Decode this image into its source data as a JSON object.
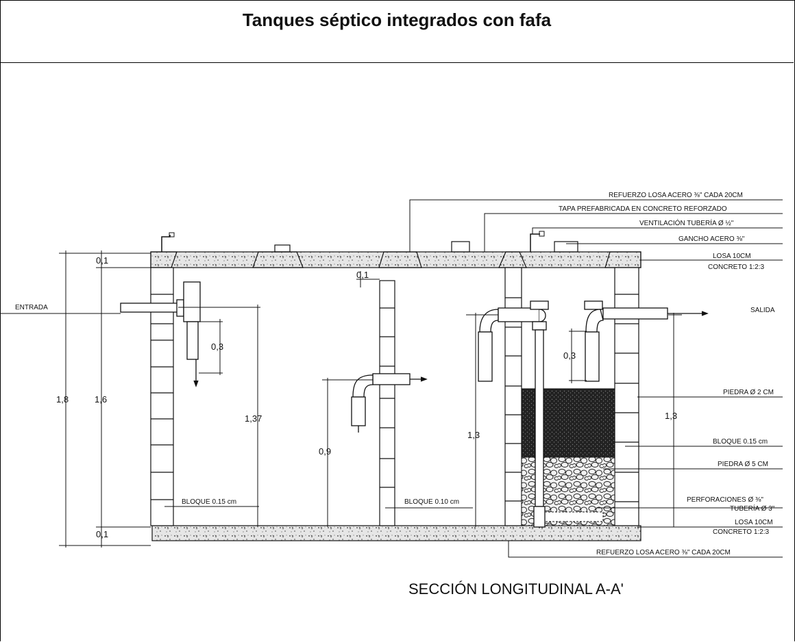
{
  "title": "Tanques séptico integrados con fafa",
  "caption": "SECCIÓN LONGITUDINAL A-A'",
  "labels": {
    "refuerzo_top": "REFUERZO LOSA ACERO ⅜\" CADA 20CM",
    "tapa": "TAPA PREFABRICADA EN CONCRETO REFORZADO",
    "ventilacion": "VENTILACIÓN TUBERÍA Ø ½\"",
    "gancho": "GANCHO ACERO ⅜\"",
    "losa_top": "LOSA 10CM",
    "concreto_top": "CONCRETO 1:2:3",
    "entrada": "ENTRADA",
    "salida": "SALIDA",
    "piedra2": "PIEDRA Ø 2 CM",
    "bloque015_right": "BLOQUE 0.15 cm",
    "piedra5": "PIEDRA Ø 5 CM",
    "perforaciones": "PERFORACIONES Ø ⅜\"",
    "tuberia": "TUBERÍA Ø 3\"",
    "losa_bottom": "LOSA 10CM",
    "concreto_bottom": "CONCRETO 1:2:3",
    "refuerzo_bottom": "REFUERZO LOSA ACERO ⅜\" CADA 20CM",
    "bloque015_left": "BLOQUE 0.15 cm",
    "bloque010": "BLOQUE 0.10 cm"
  },
  "dimensions": {
    "top_slab": "0,1",
    "bottom_slab": "0,1",
    "total": "1,8",
    "inner": "1,6",
    "wall_gap": "0,1",
    "inlet_drop": "0,3",
    "outlet_drop": "0,3",
    "inlet_height": "1,37",
    "middle_outlet": "0,9",
    "third_pipe": "1,3",
    "outlet_height": "1,3"
  }
}
